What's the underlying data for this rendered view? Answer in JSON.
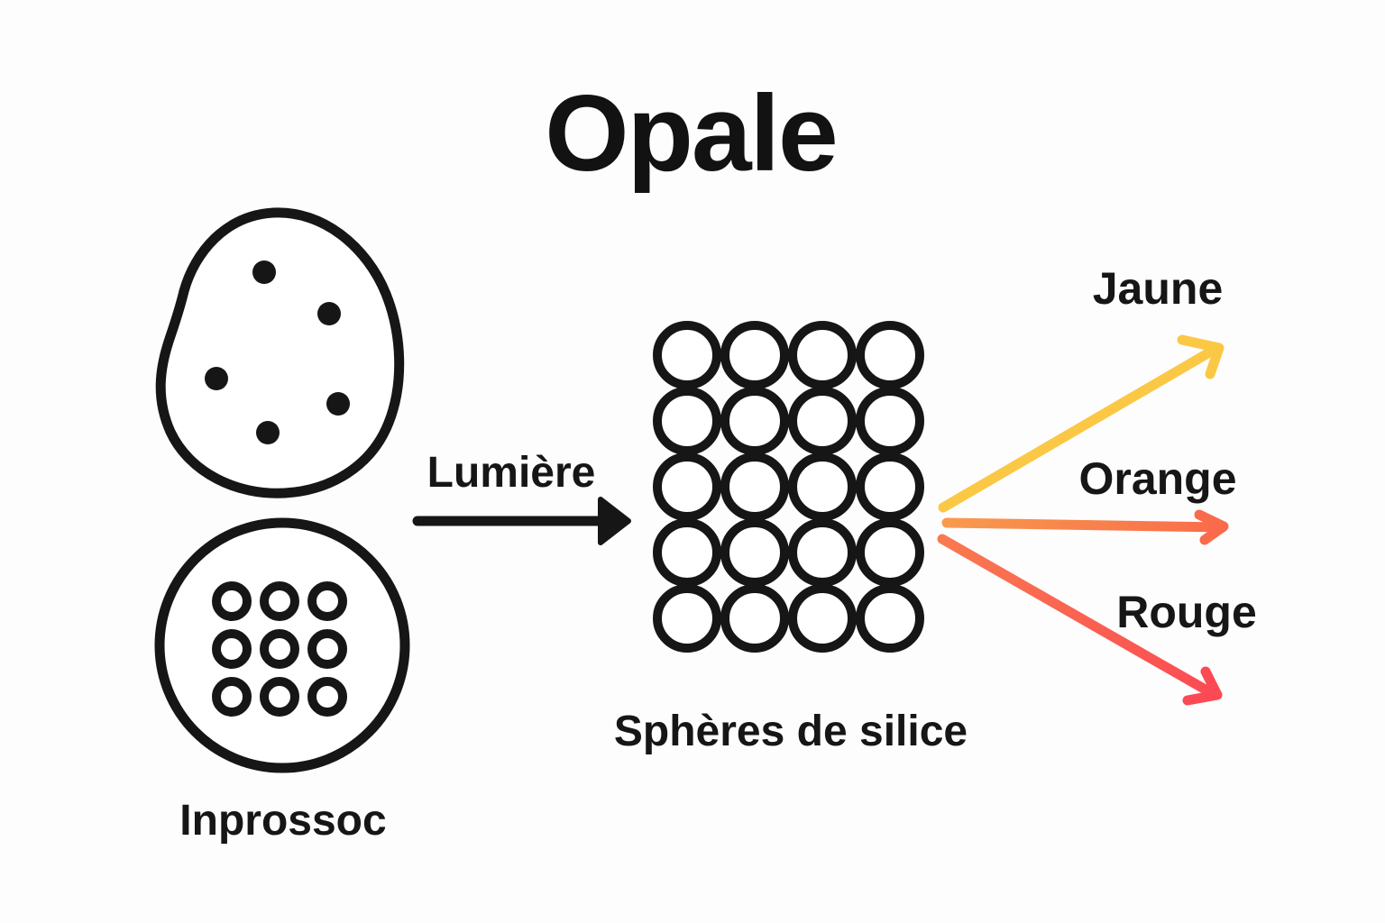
{
  "title": "Opale",
  "colors": {
    "ink": "#161616",
    "background": "#fdfdfd",
    "yellow": "#fbc846",
    "orange_start": "#f89a4d",
    "orange_end": "#f96b4b",
    "red_start": "#f97a50",
    "red_end": "#fb4a54"
  },
  "inputs": {
    "label": "Inprossoc",
    "amorphous_dot_count": 5,
    "ordered_ring_rows": 3,
    "ordered_ring_cols": 3
  },
  "light": {
    "label": "Lumière"
  },
  "lattice": {
    "label": "Sphères de silice",
    "rows": 5,
    "cols": 4
  },
  "rays": [
    {
      "label": "Jaune"
    },
    {
      "label": "Orange"
    },
    {
      "label": "Rouge"
    }
  ]
}
